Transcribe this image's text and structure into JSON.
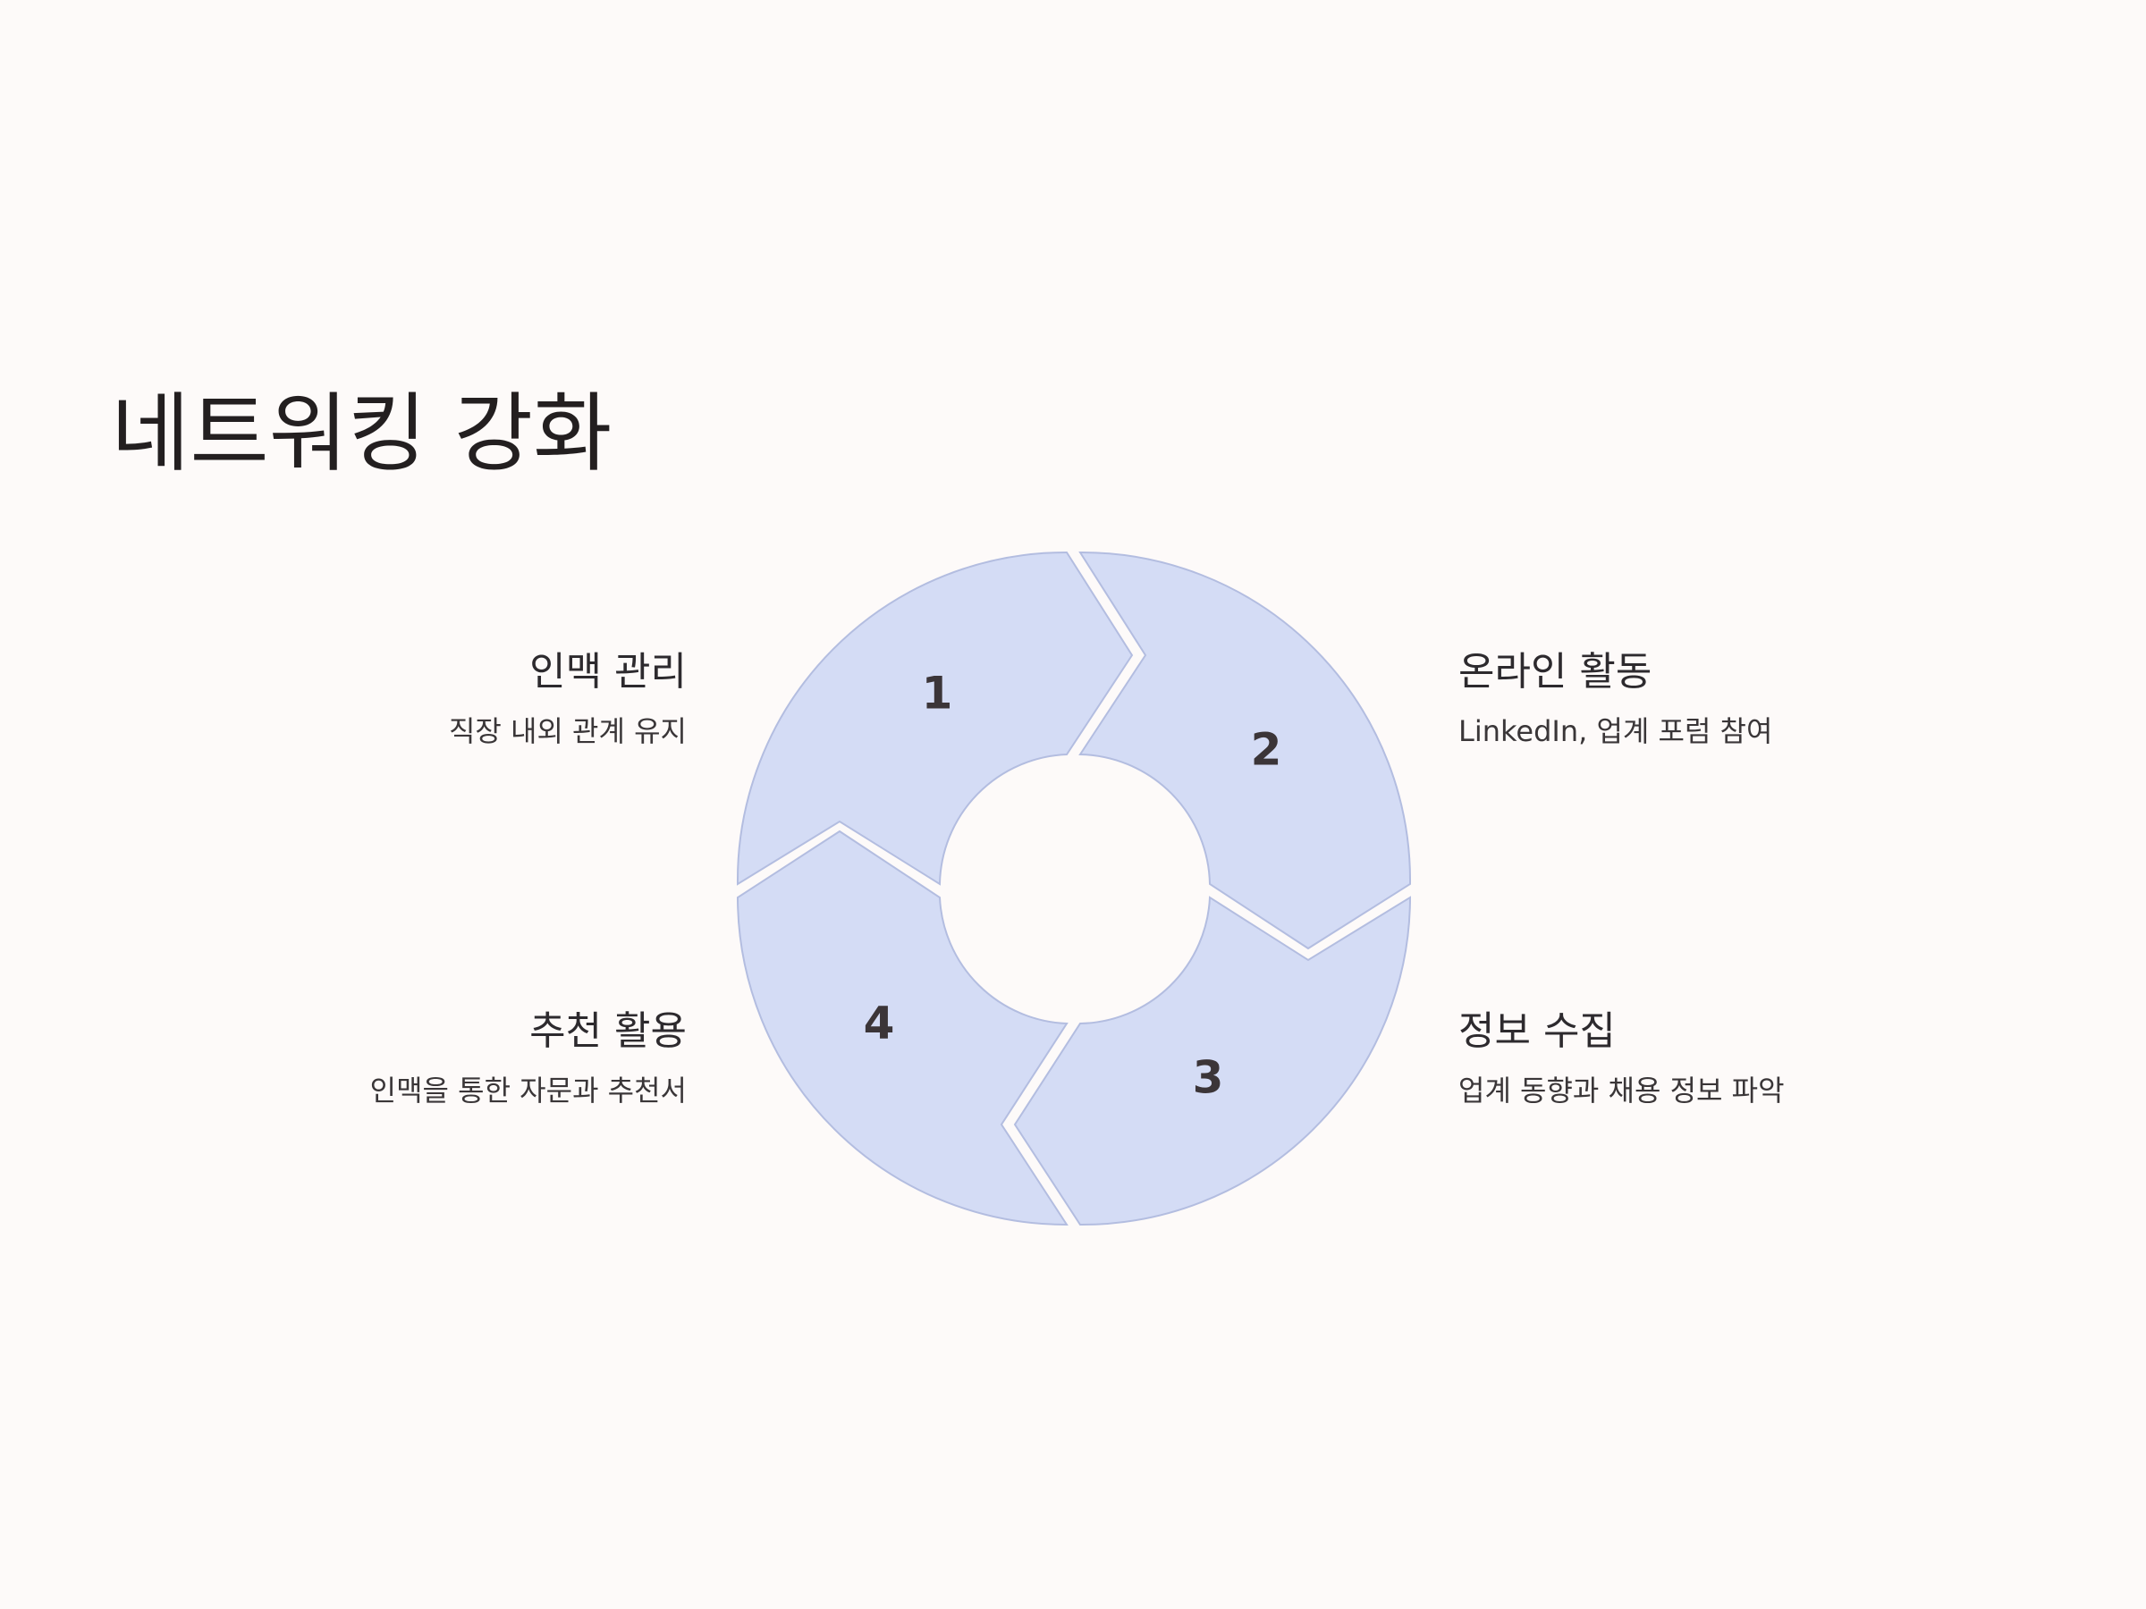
{
  "title": "네트워킹 강화",
  "colors": {
    "background": "#fdfaf9",
    "segment_fill": "#d4dcf5",
    "segment_stroke": "#b3bde0",
    "text": "#2d2a2e"
  },
  "steps": [
    {
      "number": "1",
      "title": "인맥 관리",
      "description": "직장 내외 관계 유지"
    },
    {
      "number": "2",
      "title": "온라인 활동",
      "description": "LinkedIn, 업계 포럼 참여"
    },
    {
      "number": "3",
      "title": "정보 수집",
      "description": "업계 동향과 채용 정보 파악"
    },
    {
      "number": "4",
      "title": "추천 활용",
      "description": "인맥을 통한 자문과 추천서"
    }
  ]
}
